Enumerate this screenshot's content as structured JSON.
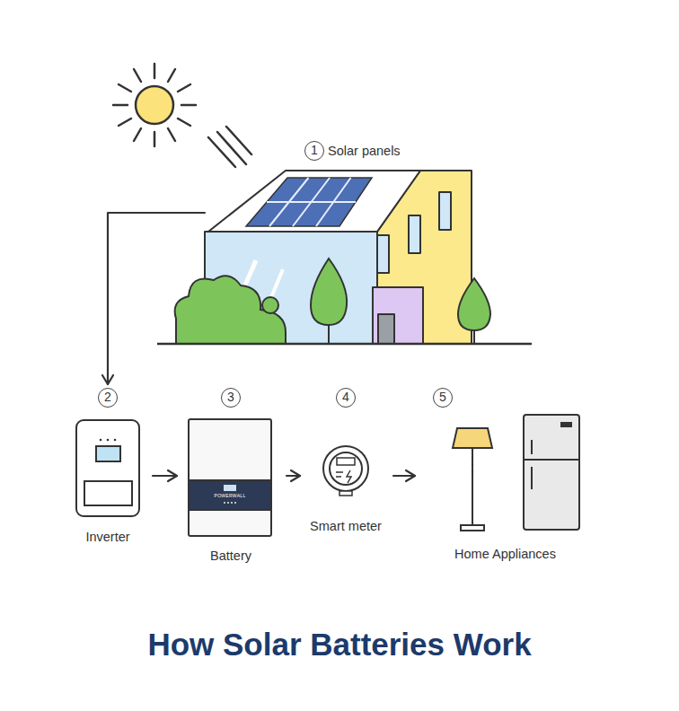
{
  "diagram": {
    "title": "How Solar Batteries Work",
    "nodes": [
      {
        "text": [
          "1",
          "Solar panels"
        ]
      },
      {
        "text": [
          "2",
          "Inverter"
        ]
      },
      {
        "text": [
          "3",
          "POWERWALL",
          "Battery"
        ]
      },
      {
        "text": [
          "4",
          "Smart meter"
        ]
      },
      {
        "text": [
          "5",
          "Home Appliances"
        ]
      }
    ],
    "edges": [
      {
        "from": 0,
        "to": 1,
        "arrow": "to"
      },
      {
        "from": 1,
        "to": 2,
        "arrow": "to"
      },
      {
        "from": 2,
        "to": 3,
        "arrow": "to"
      },
      {
        "from": 3,
        "to": 4,
        "arrow": "to"
      }
    ]
  }
}
